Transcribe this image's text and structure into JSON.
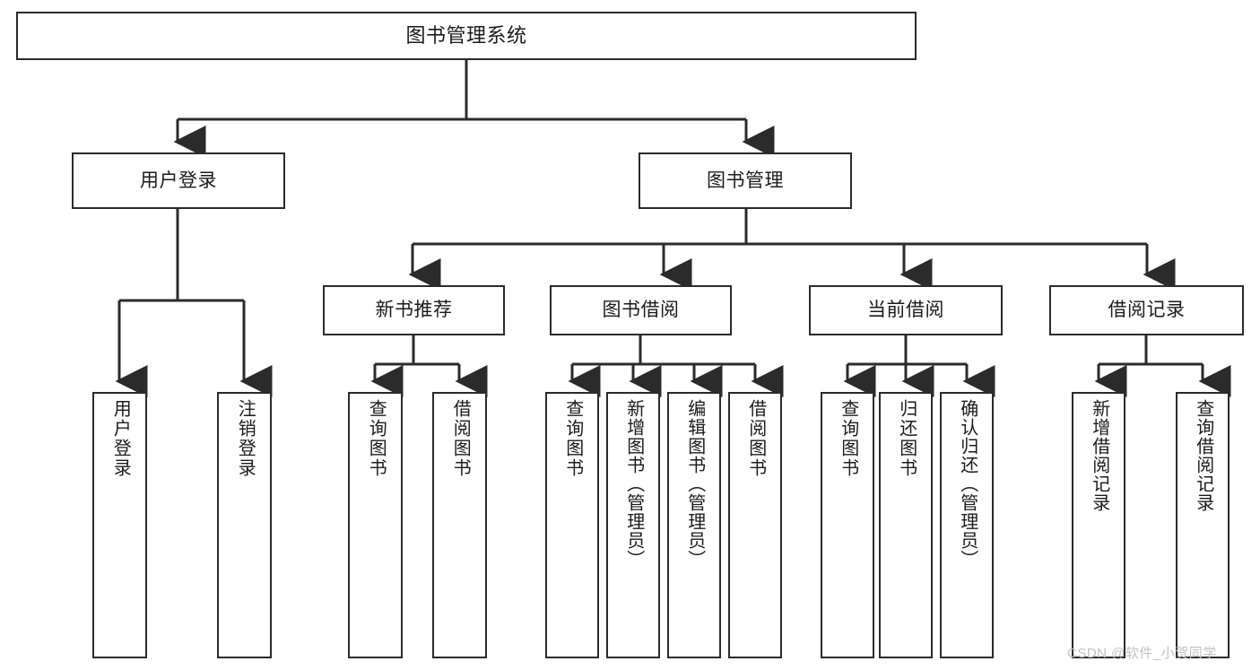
{
  "diagram": {
    "type": "tree",
    "title": "图书管理系统",
    "watermark": "CSDN @软件_小贺同学",
    "colors": {
      "box_border": "#2b2b2b",
      "box_fill": "#ffffff",
      "connector": "#2b2b2b",
      "text": "#1b1b1b",
      "watermark": "#c2c2c2",
      "background": "#ffffff"
    },
    "nodes": {
      "root": {
        "label": "图书管理系统"
      },
      "level2": [
        {
          "label": "用户登录"
        },
        {
          "label": "图书管理"
        }
      ],
      "level3": [
        {
          "label": "新书推荐"
        },
        {
          "label": "图书借阅"
        },
        {
          "label": "当前借阅"
        },
        {
          "label": "借阅记录"
        }
      ],
      "leaves_user_login": [
        {
          "label": "用户登录"
        },
        {
          "label": "注销登录"
        }
      ],
      "leaves_new_book": [
        {
          "label": "查询图书"
        },
        {
          "label": "借阅图书"
        }
      ],
      "leaves_borrow": [
        {
          "label": "查询图书"
        },
        {
          "label": "新增图书（管理员）"
        },
        {
          "label": "编辑图书（管理员）"
        },
        {
          "label": "借阅图书"
        }
      ],
      "leaves_current": [
        {
          "label": "查询图书"
        },
        {
          "label": "归还图书"
        },
        {
          "label": "确认归还（管理员）"
        }
      ],
      "leaves_record": [
        {
          "label": "新增借阅记录"
        },
        {
          "label": "查询借阅记录"
        }
      ]
    }
  }
}
